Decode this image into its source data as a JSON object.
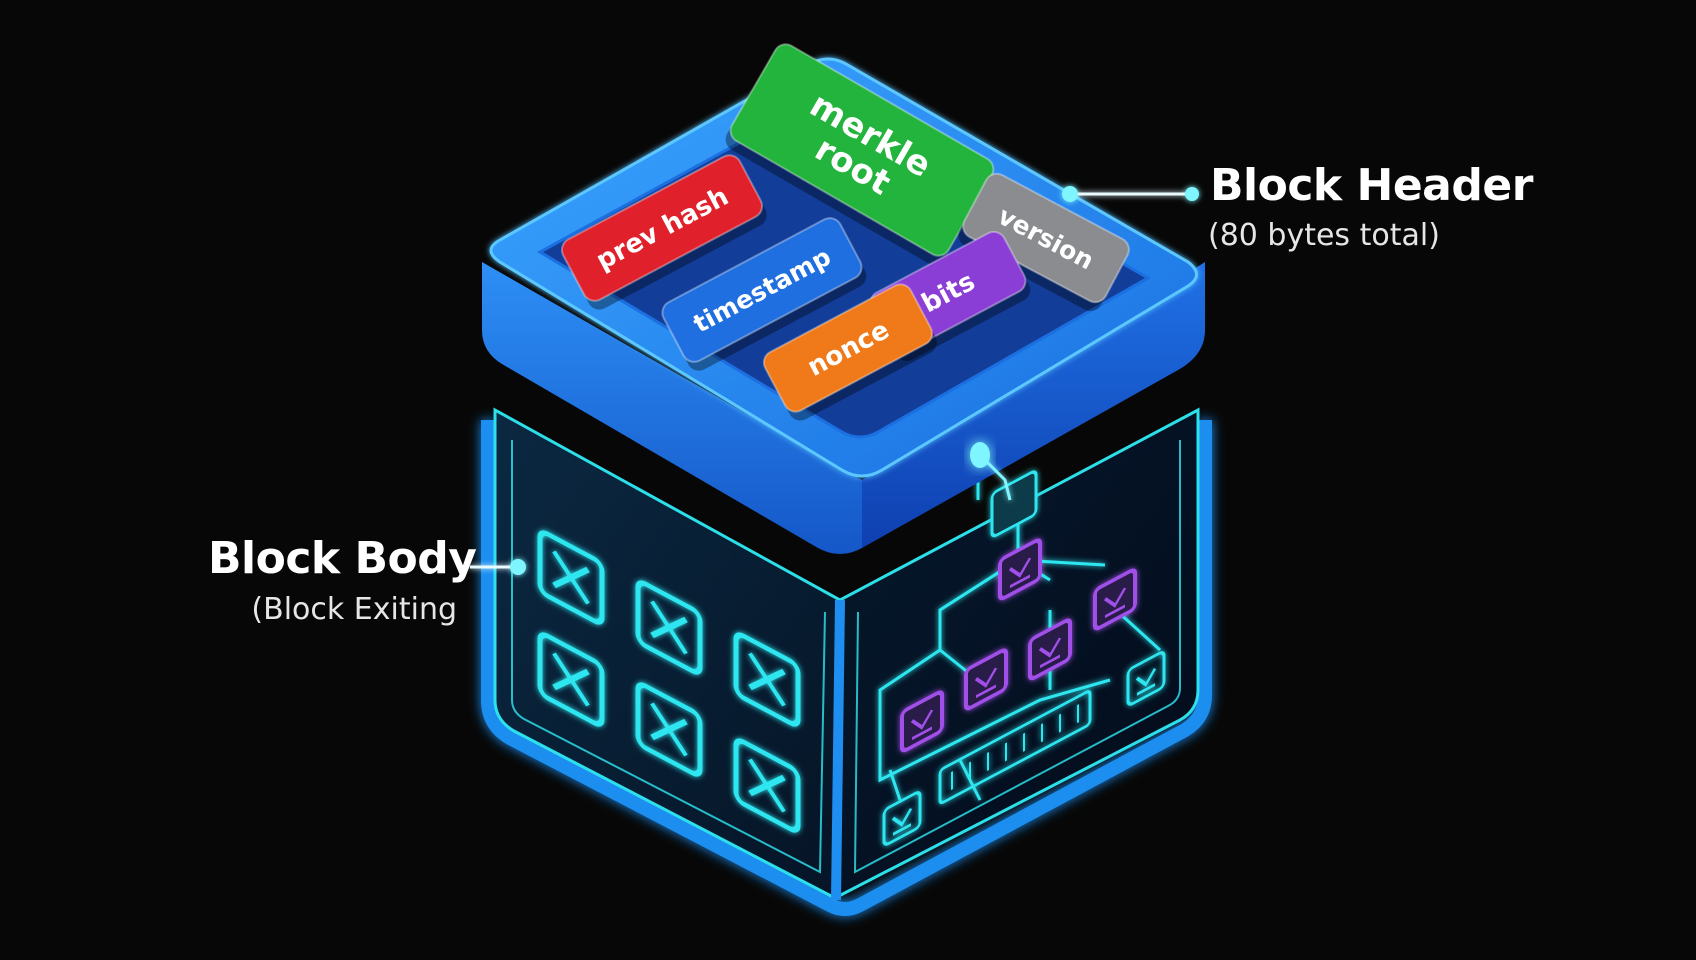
{
  "header": {
    "title": "Block Header",
    "subtitle": "(80 bytes total)",
    "fields": [
      {
        "label": "merkle root",
        "color": "#22b43c"
      },
      {
        "label": "prev hash",
        "color": "#e0202b"
      },
      {
        "label": "timestamp",
        "color": "#1f6fe0"
      },
      {
        "label": "version",
        "color": "#8a8c90"
      },
      {
        "label": "bits",
        "color": "#8b3ed6"
      },
      {
        "label": "nonce",
        "color": "#f07a1a"
      }
    ]
  },
  "body": {
    "title": "Block Body",
    "subtitle": "(Block Exiting",
    "transaction_icon": "x-box-icon",
    "tree_node_icon": "check-box-icon"
  },
  "colors": {
    "background": "#070707",
    "cube": "#1e8ef0",
    "glow": "#2ee6f0",
    "tree_node": "#a050e8"
  }
}
